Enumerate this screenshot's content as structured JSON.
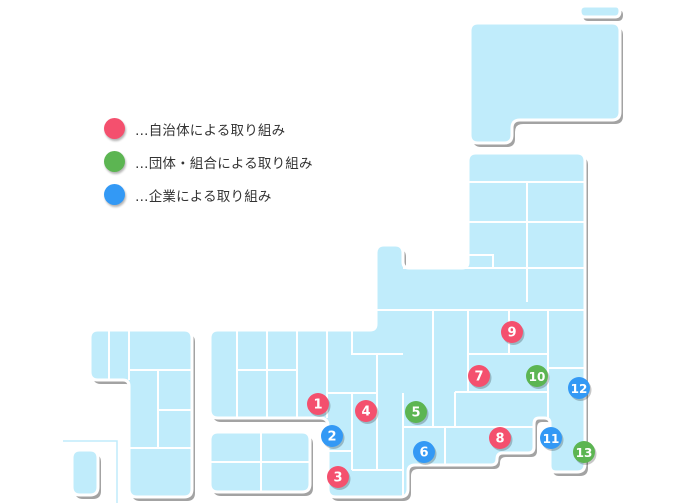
{
  "legend": [
    {
      "type": "municipality",
      "label": "…自治体による取り組み",
      "color": "#f4506e"
    },
    {
      "type": "organization",
      "label": "…団体・組合による取り組み",
      "color": "#5cb552"
    },
    {
      "type": "company",
      "label": "…企業による取り組み",
      "color": "#3399f5"
    }
  ],
  "colors": {
    "land": "#c0ecfb",
    "border": "#ffffff",
    "shadow": "#a3a3a3"
  },
  "markers": [
    {
      "label": "1",
      "type": "municipality"
    },
    {
      "label": "2",
      "type": "company"
    },
    {
      "label": "3",
      "type": "municipality"
    },
    {
      "label": "4",
      "type": "municipality"
    },
    {
      "label": "5",
      "type": "organization"
    },
    {
      "label": "6",
      "type": "company"
    },
    {
      "label": "7",
      "type": "municipality"
    },
    {
      "label": "8",
      "type": "municipality"
    },
    {
      "label": "9",
      "type": "municipality"
    },
    {
      "label": "10",
      "type": "organization"
    },
    {
      "label": "11",
      "type": "company"
    },
    {
      "label": "12",
      "type": "company"
    },
    {
      "label": "13",
      "type": "organization"
    }
  ]
}
